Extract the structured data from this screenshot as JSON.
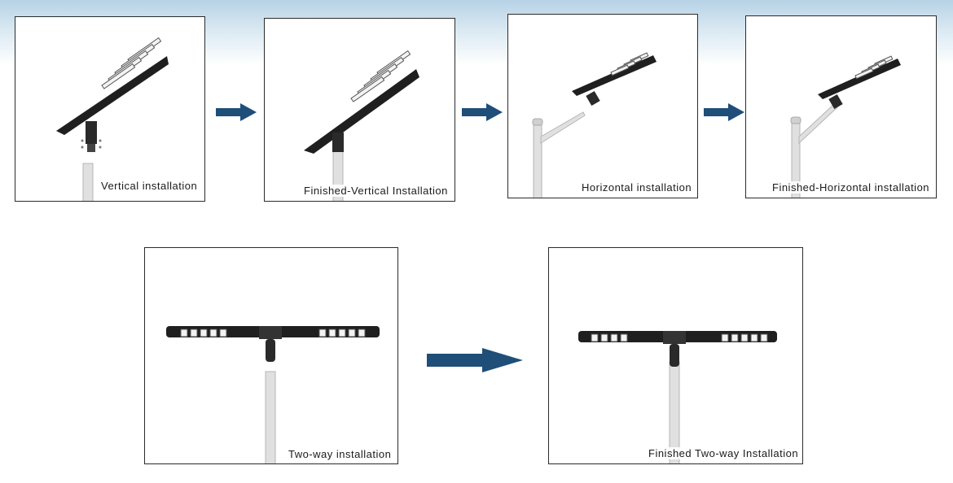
{
  "steps": [
    {
      "caption": "Vertical installation"
    },
    {
      "caption": "Finished-Vertical Installation"
    },
    {
      "caption": "Horizontal installation"
    },
    {
      "caption": "Finished-Horizontal installation"
    },
    {
      "caption": "Two-way installation"
    },
    {
      "caption": "Finished Two-way Installation"
    }
  ],
  "colors": {
    "arrow": "#1f4e79",
    "panel": "#1c1c1c",
    "pole": "#d9d9d9",
    "sky_top": "#b7d2e6"
  }
}
